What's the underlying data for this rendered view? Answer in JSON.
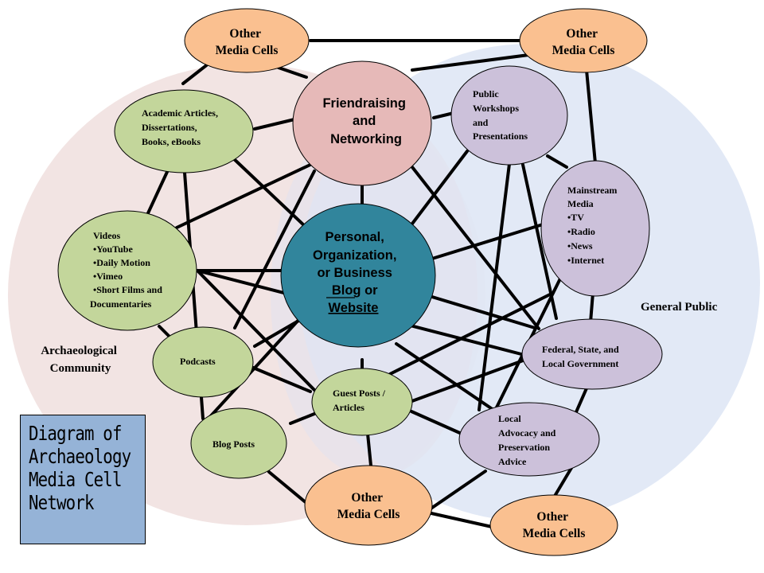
{
  "title": {
    "lines": [
      "Diagram of",
      "Archaeology",
      "Media Cell",
      "Network"
    ]
  },
  "regions": {
    "archaeological": [
      "Archaeological",
      "Community"
    ],
    "public": "General Public"
  },
  "nodes": {
    "other_top_left": [
      "Other",
      "Media Cells"
    ],
    "other_top_right": [
      "Other",
      "Media Cells"
    ],
    "other_bottom_center": [
      "Other",
      "Media Cells"
    ],
    "other_bottom_right": [
      "Other",
      "Media Cells"
    ],
    "friendraising": [
      "Friendraising",
      "and",
      "Networking"
    ],
    "blog": [
      "Personal,",
      "Organization,",
      "or Business",
      "Blog or",
      "Website"
    ],
    "academic": [
      "Academic Articles,",
      "Dissertations,",
      "Books, eBooks"
    ],
    "videos": [
      "Videos",
      "•YouTube",
      "•Daily Motion",
      "•Vimeo",
      "•Short Films and",
      "Documentaries"
    ],
    "podcasts": [
      "Podcasts"
    ],
    "guest_posts": [
      "Guest Posts /",
      "Articles"
    ],
    "blog_posts": [
      "Blog Posts"
    ],
    "public_workshops": [
      "Public",
      "Workshops",
      "and",
      "Presentations"
    ],
    "mainstream": [
      "Mainstream",
      "Media",
      "•TV",
      "•Radio",
      "•News",
      "•Internet"
    ],
    "government": [
      "Federal, State, and",
      "Local Government"
    ],
    "local_advocacy": [
      "Local",
      "Advocacy and",
      "Preservation",
      "Advice"
    ]
  },
  "colors": {
    "orange": "#fac090",
    "pink": "#e6b9b8",
    "teal": "#31859c",
    "green": "#c3d69b",
    "purple": "#ccc1da",
    "archaeo_bg": "#f2e4e3",
    "public_bg": "#dfe7f5",
    "title_bg": "#95b3d7"
  }
}
